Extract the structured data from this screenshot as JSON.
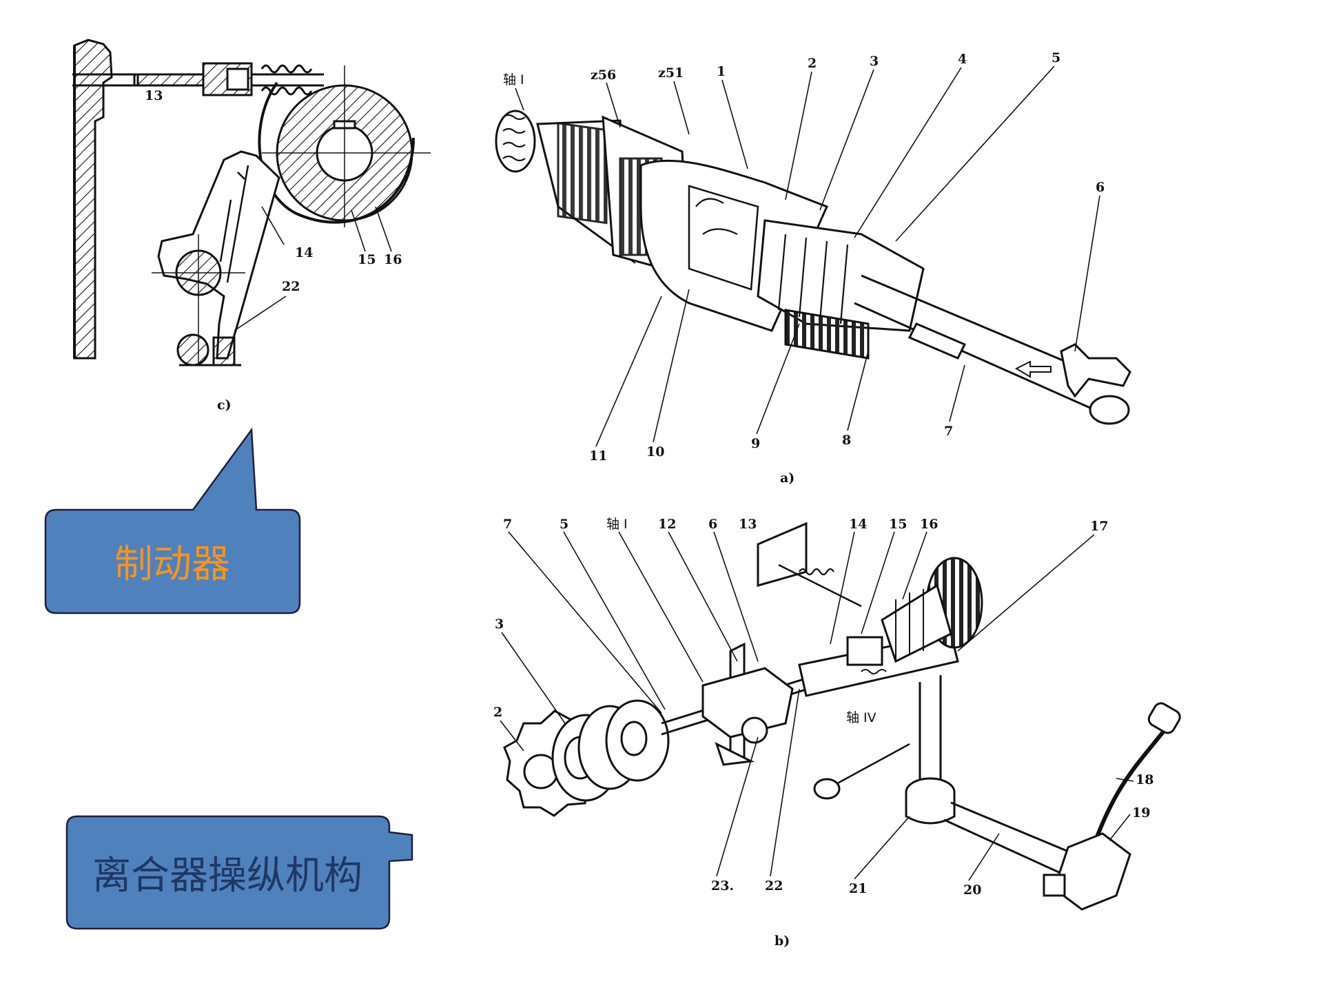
{
  "colors": {
    "callout_fill": "#4f81bd",
    "callout_stroke": "#1f1f3a",
    "brake_text": "#f7941d",
    "clutch_text": "#1f3864",
    "line": "#111111"
  },
  "callouts": {
    "brake": "制动器",
    "clutch_mechanism": "离合器操纵机构"
  },
  "figure_c": {
    "caption": "c)",
    "labels": {
      "l13": "13",
      "l14": "14",
      "l15": "15",
      "l16": "16",
      "l22": "22"
    }
  },
  "figure_a": {
    "caption": "a)",
    "labels": {
      "shaft1": "轴 I",
      "z56": "z56",
      "z51": "z51",
      "l1": "1",
      "l2": "2",
      "l3": "3",
      "l4": "4",
      "l5": "5",
      "l6": "6",
      "l7": "7",
      "l8": "8",
      "l9": "9",
      "l10": "10",
      "l11": "11"
    }
  },
  "figure_b": {
    "caption": "b)",
    "labels": {
      "l7": "7",
      "l5": "5",
      "shaft1": "轴 I",
      "l12": "12",
      "l6": "6",
      "l13": "13",
      "l14": "14",
      "l15": "15",
      "l16": "16",
      "l17": "17",
      "l3": "3",
      "l2": "2",
      "shaft4": "轴 IV",
      "l18": "18",
      "l19": "19",
      "l20": "20",
      "l21": "21",
      "l22": "22",
      "l23": "23."
    }
  }
}
